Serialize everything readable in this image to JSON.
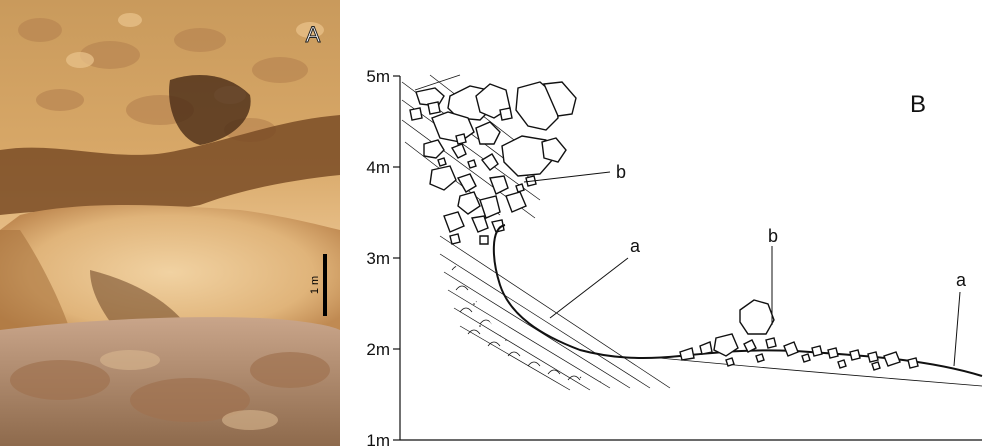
{
  "photo": {
    "panel_letter": "A",
    "scale_label": "1 m"
  },
  "diagram": {
    "panel_letter": "B",
    "y_axis": {
      "ticks": [
        "1m",
        "2m",
        "3m",
        "4m",
        "5m"
      ]
    },
    "labels": {
      "b_upper": "b",
      "a_left": "a",
      "b_right": "b",
      "a_right": "a"
    },
    "colors": {
      "ink": "#111111",
      "sand_light": "#e8c48a",
      "sand_dark": "#b9814a",
      "shadow": "#6b4424"
    }
  }
}
